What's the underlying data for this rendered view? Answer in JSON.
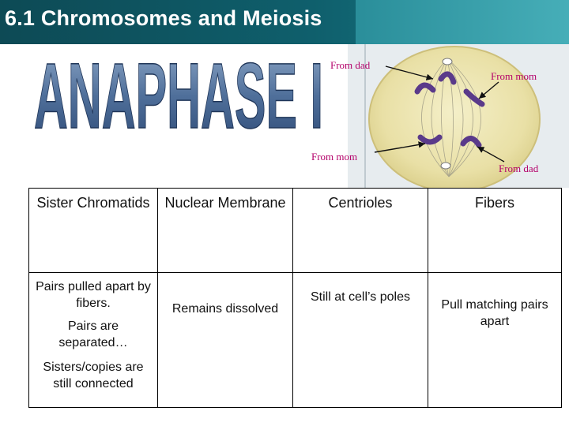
{
  "header": {
    "title": "6.1 Chromosomes and Meiosis"
  },
  "banner": {
    "title": "ANAPHASE I"
  },
  "figure": {
    "labels": {
      "from_dad_top": "From dad",
      "from_mom_top": "From mom",
      "from_mom_bottom": "From mom",
      "from_dad_bottom": "From dad"
    },
    "label_color": "#b4006a",
    "chromosome_color": "#5a3a8a"
  },
  "table": {
    "headers": [
      "Sister Chromatids",
      "Nuclear Membrane",
      "Centrioles",
      "Fibers"
    ],
    "sister_chromatids": [
      "Pairs pulled apart by fibers.",
      "Pairs are separated…",
      "Sisters/copies are still connected"
    ],
    "nuclear_membrane": "Remains dissolved",
    "centrioles": "Still at cell’s poles",
    "fibers": "Pull matching pairs apart"
  }
}
